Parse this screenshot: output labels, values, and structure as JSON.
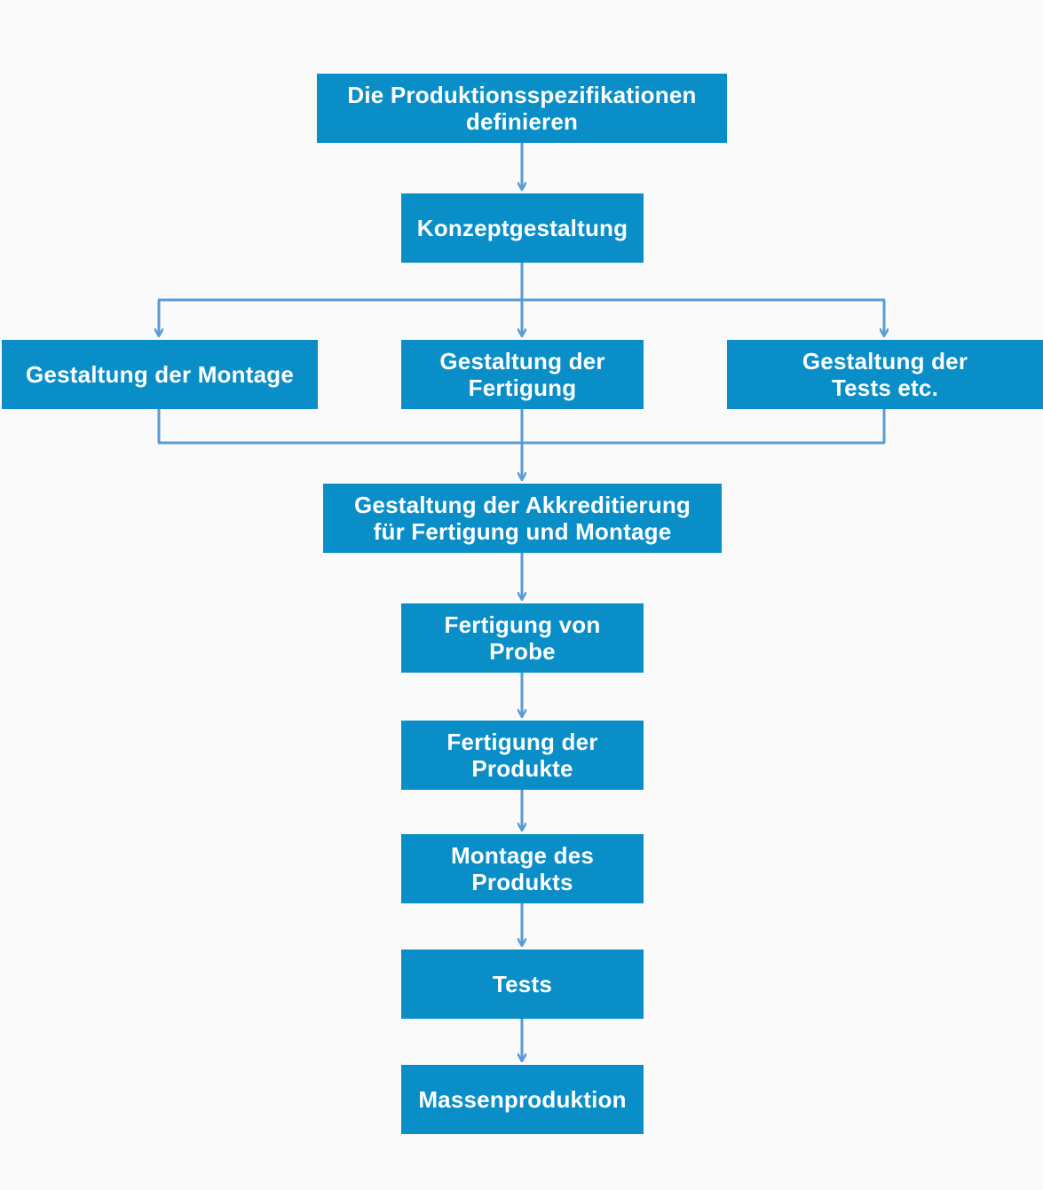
{
  "colors": {
    "background": "#fafafa",
    "node_fill": "#0a8ec8",
    "node_text": "#ffffff",
    "connector": "#5b9bd5"
  },
  "nodes": {
    "spec": "Die Produktionsspezifikationen\ndefinieren",
    "concept": "Konzeptgestaltung",
    "assembly_design": "Gestaltung der Montage",
    "manufacturing_design": "Gestaltung der\nFertigung",
    "tests_design": "Gestaltung der\nTests etc.",
    "accreditation": "Gestaltung der Akkreditierung\nfür Fertigung und Montage",
    "sample": "Fertigung von\nProbe",
    "products": "Fertigung der\nProdukte",
    "product_assembly": "Montage des\nProdukts",
    "tests": "Tests",
    "mass_production": "Massenproduktion"
  }
}
